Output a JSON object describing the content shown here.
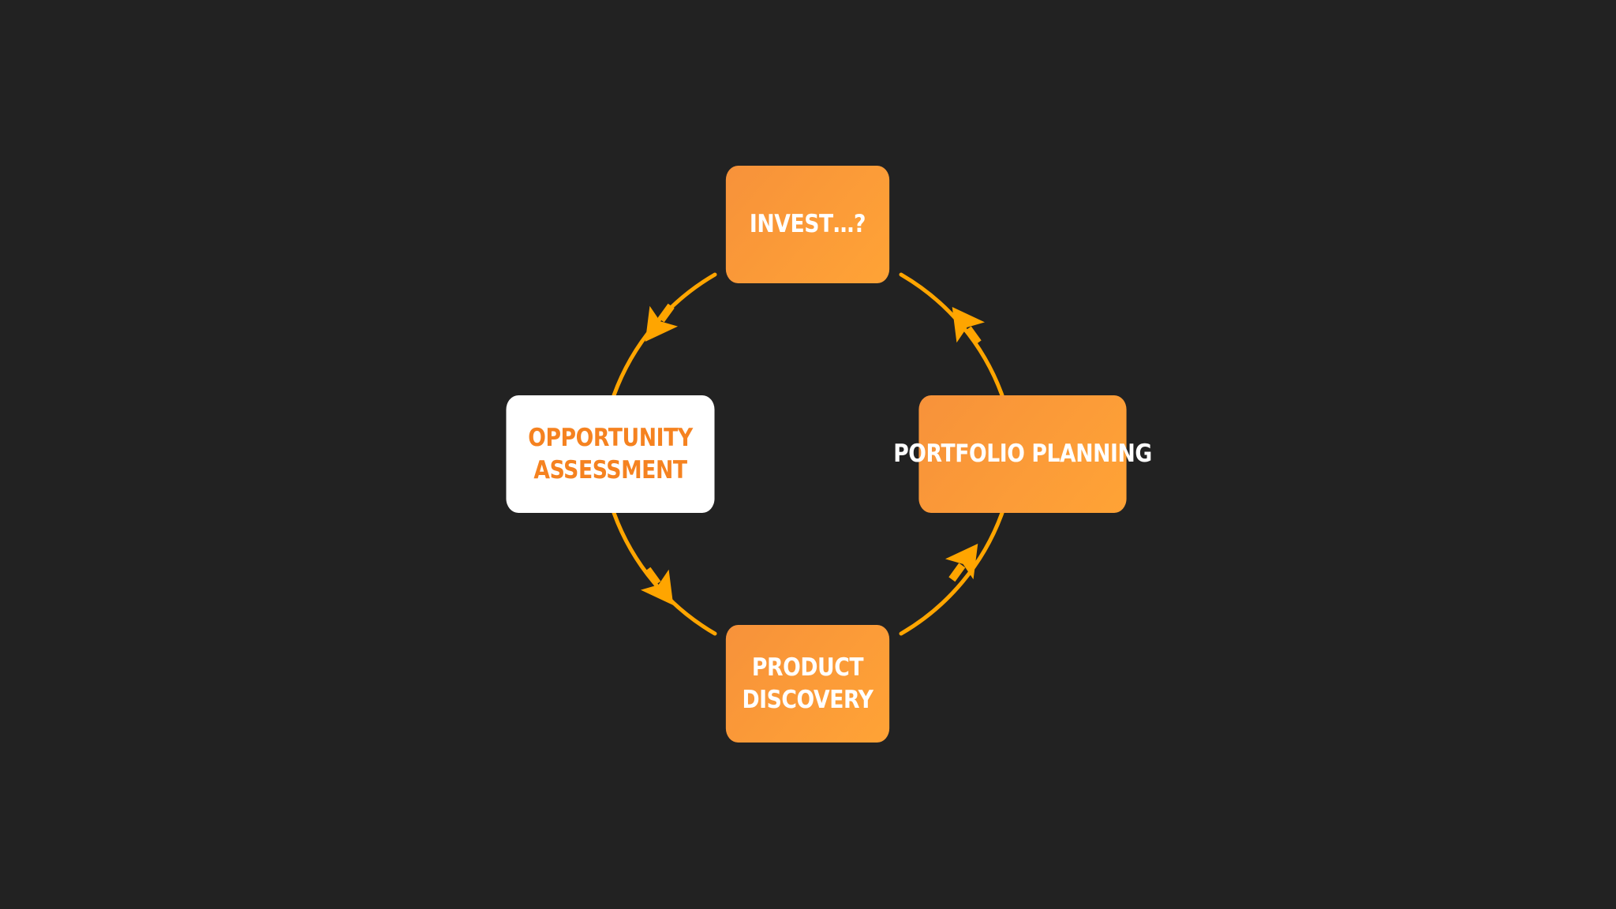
{
  "colors": {
    "background": "#222222",
    "cycle": "#ffa500",
    "node_fill": "#f7923a",
    "highlight_fill": "#ffffff",
    "highlight_text": "#f58220"
  },
  "nodes": {
    "invest": {
      "lines": [
        "INVEST…?"
      ]
    },
    "portfolio": {
      "lines": [
        "PORTFOLIO PLANNING"
      ]
    },
    "product": {
      "lines": [
        "PRODUCT",
        "DISCOVERY"
      ]
    },
    "opportunity": {
      "lines": [
        "OPPORTUNITY",
        "ASSESSMENT"
      ]
    }
  },
  "cycle": {
    "direction": "counter-clockwise",
    "flow": [
      "invest",
      "opportunity",
      "product",
      "portfolio",
      "invest"
    ],
    "highlighted": "opportunity"
  }
}
